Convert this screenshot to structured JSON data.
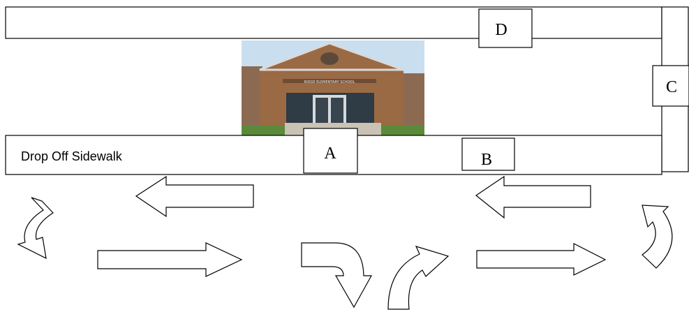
{
  "diagram": {
    "sidewalk_label": "Drop Off Sidewalk",
    "zones": [
      {
        "id": "A",
        "label": "A"
      },
      {
        "id": "B",
        "label": "B"
      },
      {
        "id": "C",
        "label": "C"
      },
      {
        "id": "D",
        "label": "D"
      }
    ],
    "building_photo": {
      "alt_text": "school building",
      "sign_text": "RIDGE ELEMENTARY SCHOOL"
    },
    "colors": {
      "line": "#000000",
      "fill": "#ffffff",
      "brick": "#9a6a45",
      "sky": "#c9dff0",
      "grass": "#5a8a3a"
    }
  }
}
